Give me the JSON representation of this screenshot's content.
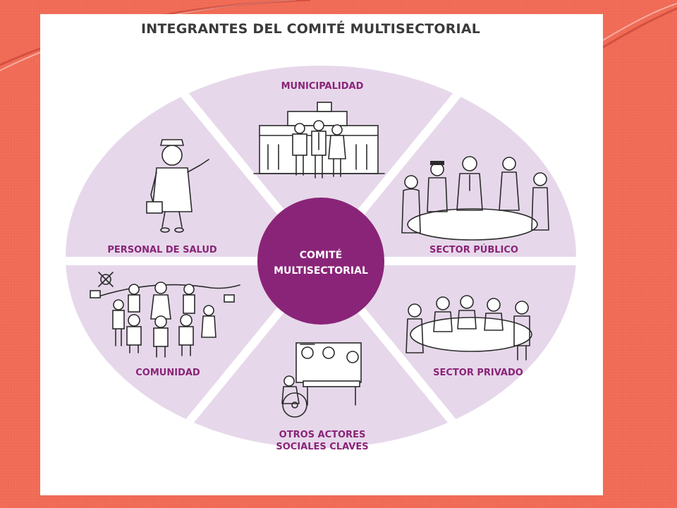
{
  "title": "INTEGRANTES DEL COMITÉ MULTISECTORIAL",
  "center": {
    "line1": "COMITÉ",
    "line2": "MULTISECTORIAL"
  },
  "segments": [
    {
      "label": "MUNICIPALIDAD"
    },
    {
      "label": "SECTOR PÚBLICO"
    },
    {
      "label": "SECTOR PRIVADO"
    },
    {
      "label_line1": "OTROS ACTORES",
      "label_line2": "SOCIALES CLAVES"
    },
    {
      "label": "COMUNIDAD"
    },
    {
      "label": "PERSONAL DE SALUD"
    }
  ],
  "colors": {
    "background": "#f06a55",
    "segment_fill": "#e6d8ea",
    "center_fill": "#8a2478",
    "label_color": "#8a2478"
  }
}
